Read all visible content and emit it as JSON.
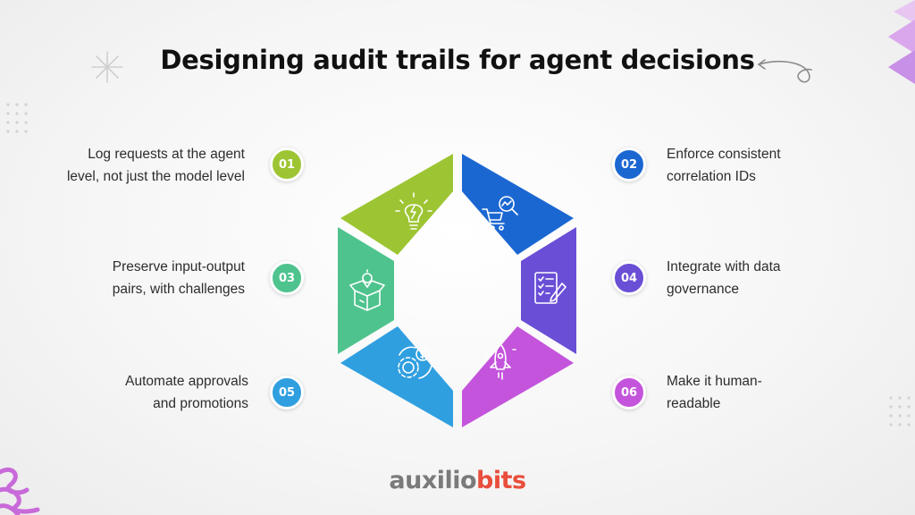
{
  "title": "Designing audit trails for agent decisions",
  "colors": {
    "green": "#9dc533",
    "blue": "#1b67d2",
    "purple": "#6a4ed6",
    "teal": "#4fc38e",
    "sky": "#2f9fe0",
    "magenta": "#c454dc",
    "logo_accent": "#e94e3c"
  },
  "steps": [
    {
      "num": "01",
      "text": "Log requests at the agent level, not just the model level",
      "line1": "Log requests at the agent",
      "line2": "level, not just the model level",
      "icon": "lightbulb-icon"
    },
    {
      "num": "02",
      "text": "Enforce consistent correlation IDs",
      "line1": "Enforce consistent",
      "line2": "correlation IDs",
      "icon": "cart-search-icon"
    },
    {
      "num": "03",
      "text": "Preserve input-output pairs, with challenges",
      "line1": "Preserve input-output",
      "line2": "pairs, with challenges",
      "icon": "idea-box-icon"
    },
    {
      "num": "04",
      "text": "Integrate with data governance",
      "line1": "Integrate with data",
      "line2": "governance",
      "icon": "checklist-pen-icon"
    },
    {
      "num": "05",
      "text": "Automate approvals and promotions",
      "line1": "Automate approvals",
      "line2": "and promotions",
      "icon": "gear-dollar-icon"
    },
    {
      "num": "06",
      "text": "Make it human-readable",
      "line1": "Make it human-",
      "line2": "readable",
      "icon": "rocket-icon"
    }
  ],
  "logo": {
    "part1": "auxilio",
    "part2": "bits"
  }
}
